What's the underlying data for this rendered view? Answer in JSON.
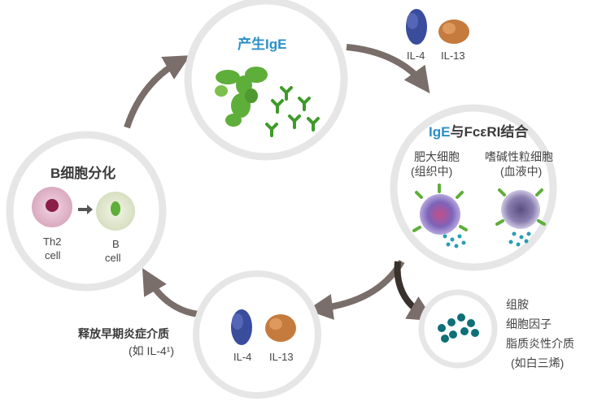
{
  "nodes": {
    "produce_ige": {
      "title": "产生IgE"
    },
    "b_cell_diff": {
      "title": "B细胞分化",
      "left_label_1": "Th2",
      "left_label_2": "cell",
      "right_label_1": "B",
      "right_label_2": "cell"
    },
    "ige_binding": {
      "title_part1": "IgE",
      "title_part2": "与FcεRI结合",
      "mast_cell_1": "肥大细胞",
      "mast_cell_2": "(组织中)",
      "basophil_1": "嗜碱性粒细胞",
      "basophil_2": "(血液中)"
    },
    "cytokine_bottom": {
      "il4": "IL-4",
      "il13": "IL-13"
    },
    "mediators": {}
  },
  "top_cytokines": {
    "il4": "IL-4",
    "il13": "IL-13"
  },
  "release_text": {
    "line1": "释放早期炎症介质",
    "line2": "(如 IL-4¹)"
  },
  "mediator_list": [
    "组胺",
    "细胞因子",
    "脂质炎性介质",
    "(如白三烯)"
  ],
  "colors": {
    "accent_blue": "#2b8fc7",
    "arrow": "#7a6e6a",
    "circle_ring": "#e6e6e6",
    "mediator_dot": "#0e6f78"
  }
}
